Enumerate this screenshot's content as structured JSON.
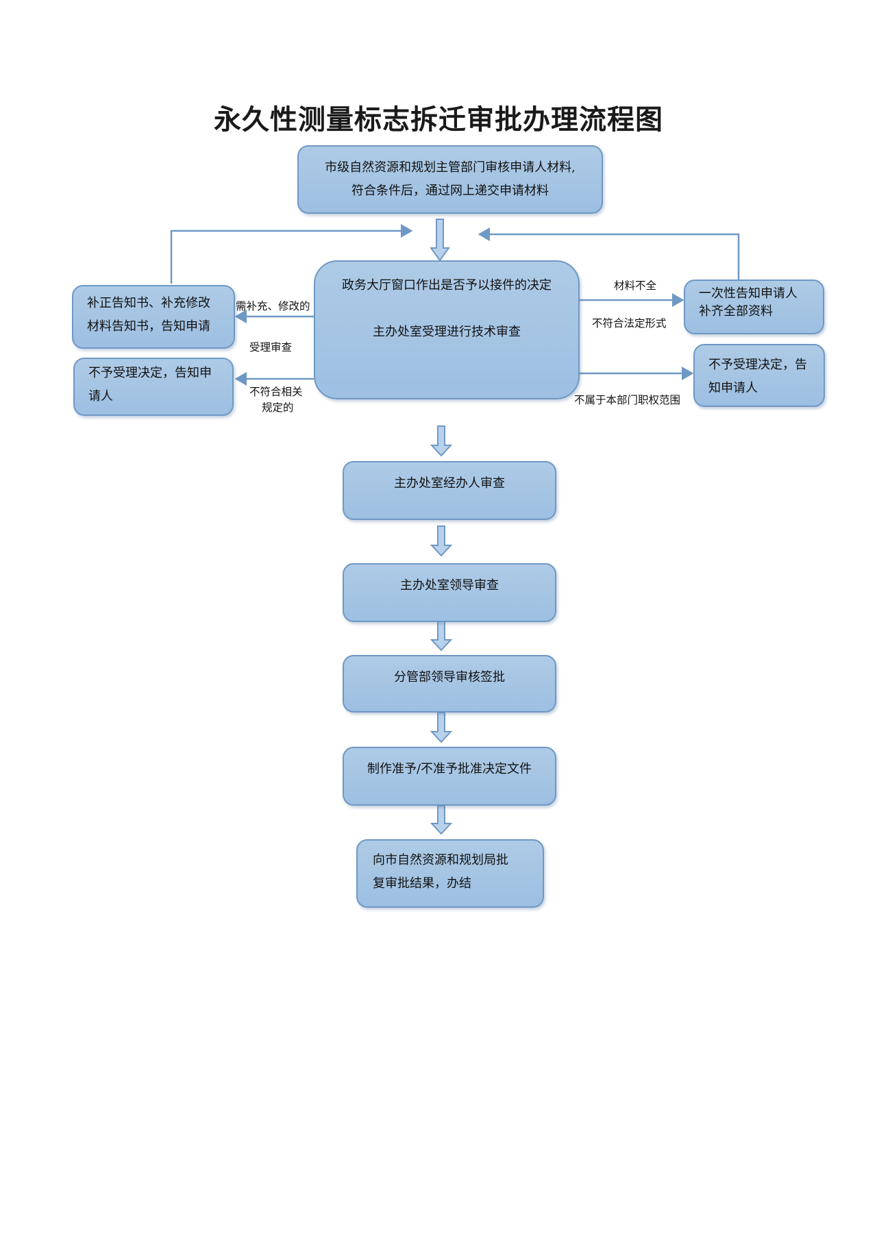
{
  "title": "永久性测量标志拆迁审批办理流程图",
  "nodes": {
    "start": [
      "市级自然资源和规划主管部门审核申请人材料,",
      "符合条件后，通过网上递交申请材料"
    ],
    "window": [
      "政务大厅窗口作出是否予以接件的决定",
      "主办处室受理进行技术审查"
    ],
    "supplement_notice": [
      "补正告知书、补充修改",
      "材料告知书，告知申请"
    ],
    "reject_left": [
      "不予受理决定，告知申",
      "请人"
    ],
    "one_time_notice": [
      "一次性告知申请人",
      "补齐全部资料"
    ],
    "reject_right": [
      "不予受理决定，告",
      "知申请人"
    ],
    "handler_review": "主办处室经办人审查",
    "leader_review": "主办处室领导审查",
    "dept_leader_sign": "分管部领导审核签批",
    "make_decision": "制作准予/不准予批准决定文件",
    "final": [
      "向市自然资源和规划局批",
      "复审批结果，办结"
    ]
  },
  "labels": {
    "need_supplement": "需补充、修改的",
    "accept_review": "受理审查",
    "not_compliant": [
      "不符合相关",
      "规定的"
    ],
    "incomplete": "材料不全",
    "wrong_form": "不符合法定形式",
    "out_of_scope": "不属于本部门职权范围"
  },
  "colors": {
    "box_fill": "#a9c8e6",
    "box_border": "#6f98c4",
    "arrow": "#6f98c4"
  }
}
